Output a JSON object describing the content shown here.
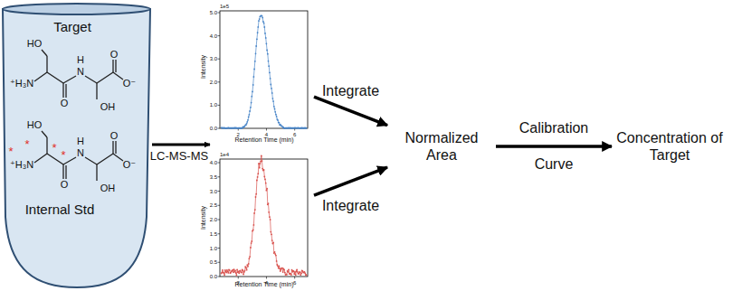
{
  "diagram": {
    "nodes": [
      {
        "text": [
          "Target",
          "Internal Std"
        ]
      },
      {
        "text": [
          "Intensity",
          "Retention Time (min)"
        ]
      },
      {
        "text": [
          "Intensity",
          "Retention Time (min)"
        ]
      },
      {
        "text": [
          "Normalized Area"
        ]
      },
      {
        "text": [
          "Concentration of Target"
        ]
      }
    ],
    "edges": [
      {
        "from": 1,
        "to": 3,
        "arrow": "to",
        "label": "Integrate"
      },
      {
        "from": 2,
        "to": 3,
        "arrow": "to",
        "label": "Integrate"
      },
      {
        "from": 3,
        "to": 4,
        "arrow": "to",
        "label": "Calibration Curve"
      }
    ],
    "labels": [
      "HO",
      "⁺H₃N",
      "O",
      "H",
      "N",
      "O",
      "O⁻",
      "OH",
      "HO",
      "⁺H₃N",
      "O",
      "H",
      "N",
      "O",
      "O⁻",
      "OH",
      "*",
      "*",
      "*",
      "*",
      "LC-MS-MS",
      "1e5",
      "0.0",
      "1.0",
      "2.0",
      "3.0",
      "4.0",
      "5.0",
      "2",
      "4",
      "6",
      "1e4",
      "0.0",
      "0.5",
      "1.0",
      "1.5",
      "2.0",
      "2.5",
      "3.0",
      "3.5",
      "4.0",
      "2",
      "4",
      "6"
    ]
  }
}
